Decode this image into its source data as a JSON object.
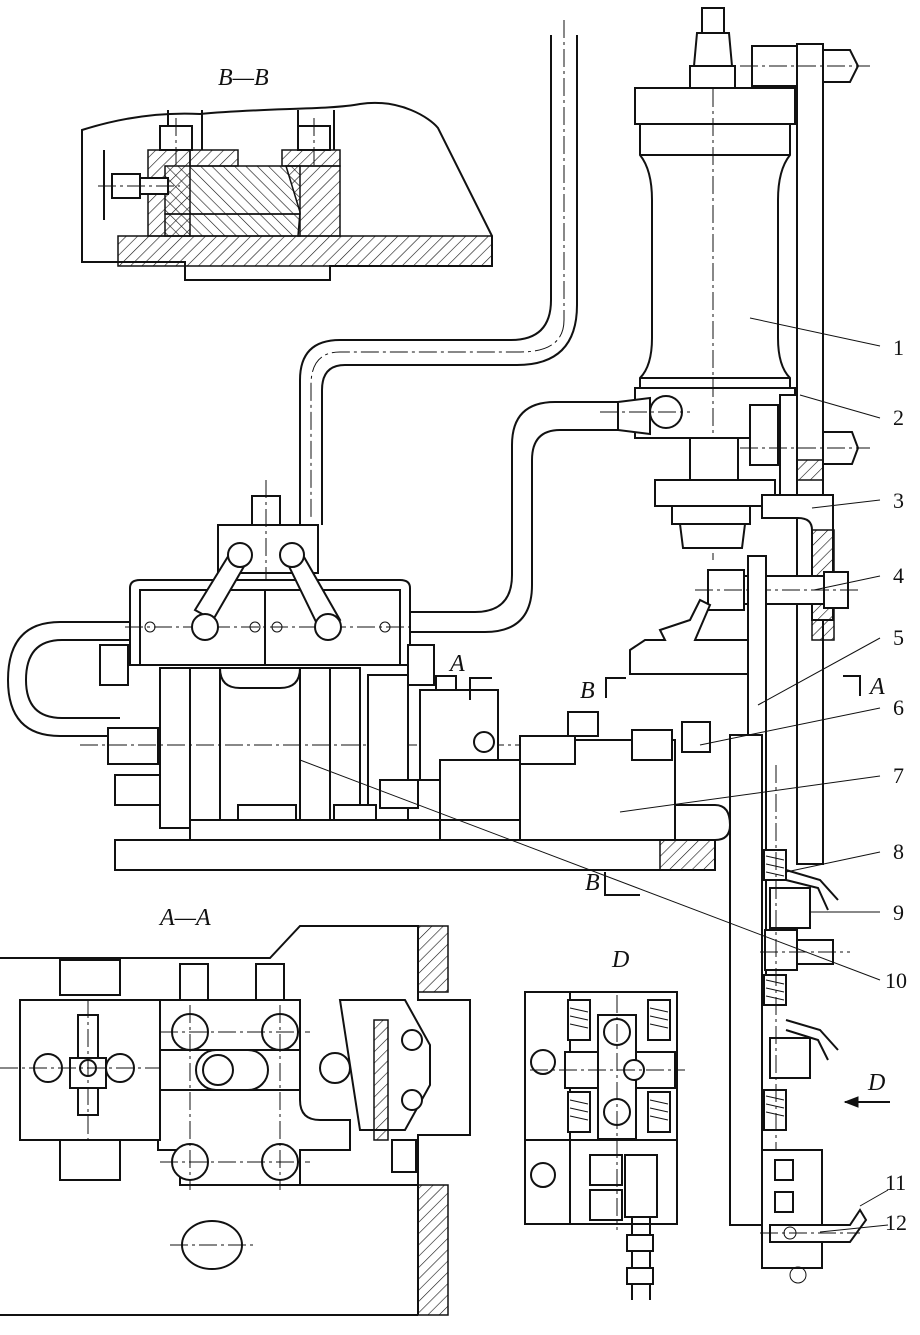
{
  "views": {
    "section_bb": "B—B",
    "section_aa": "A—A",
    "view_d": "D"
  },
  "markers": {
    "a_upper": "A",
    "a_right": "A",
    "b_upper": "B",
    "b_lower": "B",
    "d_arrow": "D"
  },
  "part_numbers": [
    "1",
    "2",
    "3",
    "4",
    "5",
    "6",
    "7",
    "8",
    "9",
    "10",
    "11",
    "12"
  ]
}
